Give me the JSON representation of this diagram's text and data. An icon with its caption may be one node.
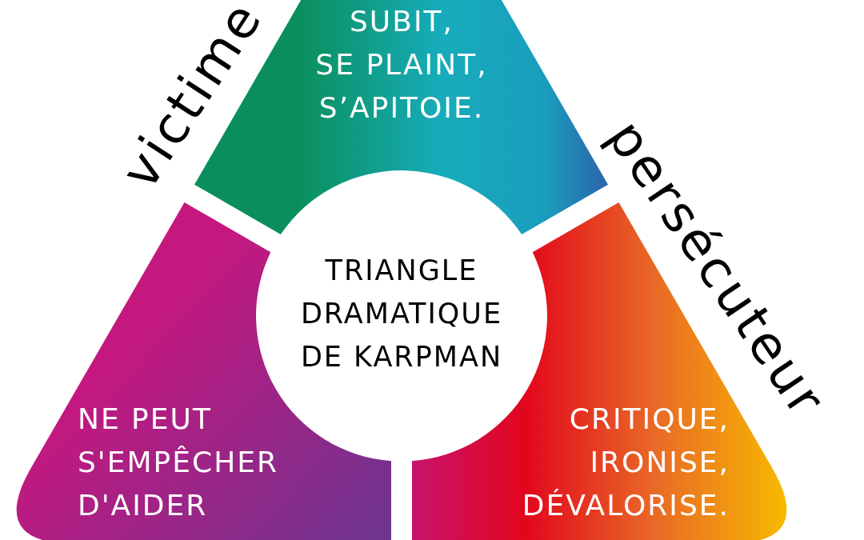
{
  "diagram": {
    "nodes": [
      {
        "text": [
          "SUBIT, SE PLAINT, S’APITOIE."
        ],
        "beside": [
          "victime"
        ]
      },
      {
        "text": [
          "TRIANGLE DRAMATIQUE DE KARPMAN"
        ]
      },
      {
        "text": [
          "NE PEUT S'EMPÊCHER D'AIDER"
        ]
      },
      {
        "text": [
          "CRITIQUE, IRONISE, DÉVALORISE."
        ],
        "beside": [
          "persécuteur"
        ]
      }
    ]
  }
}
